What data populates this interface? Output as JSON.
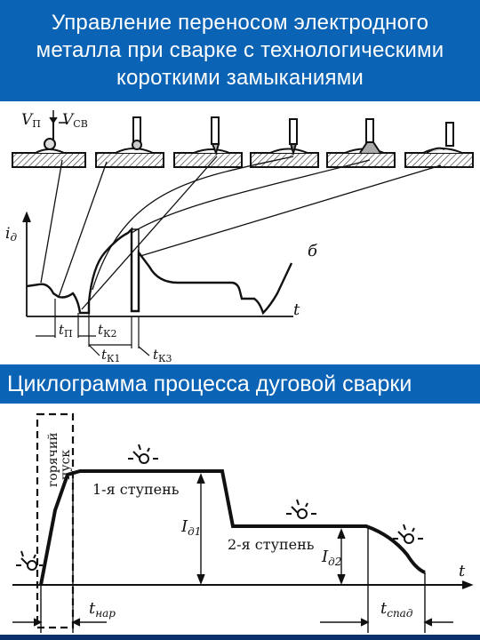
{
  "slide": {
    "title_lines": [
      "Управление переносом электродного",
      "металла при сварке с технологическими",
      "короткими замыканиями"
    ],
    "section_title": "Циклограмма процесса дуговой сварки"
  },
  "top_diagram": {
    "speed_labels": {
      "feed": "V",
      "feed_sub": "П",
      "weld": "V",
      "weld_sub": "СВ"
    },
    "current_axis": "i",
    "current_axis_sub": "д",
    "time_axis": "t",
    "panel_letter": "б",
    "time_labels": [
      {
        "main": "t",
        "sub": "П"
      },
      {
        "main": "t",
        "sub": "К2"
      },
      {
        "main": "t",
        "sub": "К1"
      },
      {
        "main": "t",
        "sub": "К3"
      }
    ]
  },
  "cyclogram": {
    "hot_start": [
      "горячий",
      "пуск"
    ],
    "stage1": "1-я ступень",
    "stage2": "2-я ступень",
    "current1": {
      "main": "I",
      "sub": "д1"
    },
    "current2": {
      "main": "I",
      "sub": "д2"
    },
    "time_axis": "t",
    "rise_time": {
      "main": "t",
      "sub": "нар"
    },
    "fall_time": {
      "main": "t",
      "sub": "спад"
    }
  }
}
